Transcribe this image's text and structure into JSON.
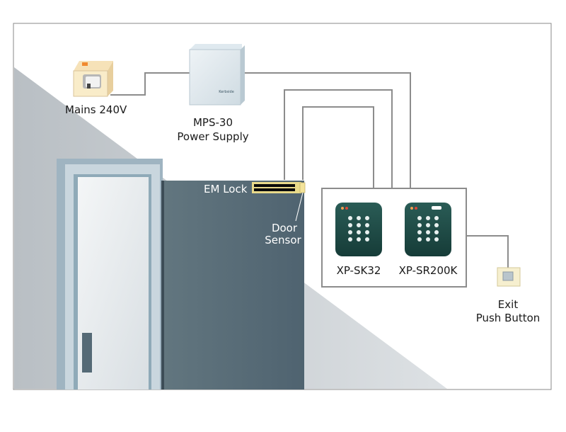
{
  "labels": {
    "mains": "Mains 240V",
    "psu_line1": "MPS-30",
    "psu_line2": "Power Supply",
    "psu_brand": "Kerbside",
    "em_lock": "EM Lock",
    "door_sensor_line1": "Door",
    "door_sensor_line2": "Sensor",
    "reader1": "XP-SK32",
    "reader2": "XP-SR200K",
    "exit_line1": "Exit",
    "exit_line2": "Push Button"
  },
  "colors": {
    "wall": "#c9ced2",
    "door": "#566b77",
    "door_frame": "#9fb5c2",
    "wire": "#8c8c8c",
    "keypad": "#1d4a45",
    "lock": "#0a0a0a",
    "accent": "#f0a050"
  }
}
